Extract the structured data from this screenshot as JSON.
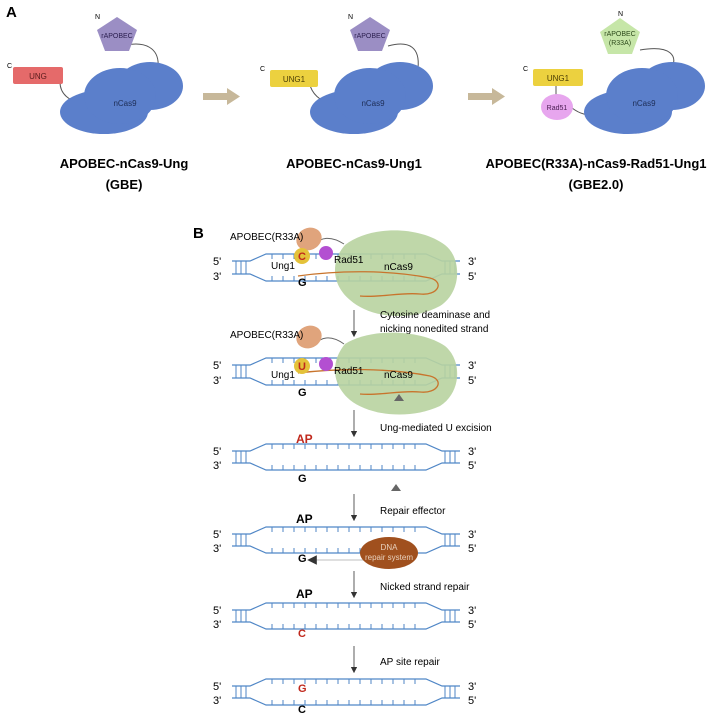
{
  "panel_a": {
    "label": "A",
    "constructs": [
      {
        "c_label": "C",
        "n_label": "N",
        "ung_label": "UNG",
        "ung_color": "#e56a6a",
        "apobec_label": "rAPOBEC",
        "apobec_color": "#9b8ec4",
        "cas9_label": "nCas9",
        "title_line1": "APOBEC-nCas9-Ung",
        "title_line2": "(GBE)"
      },
      {
        "c_label": "C",
        "n_label": "N",
        "ung_label": "UNG1",
        "ung_color": "#ecd13f",
        "apobec_label": "rAPOBEC",
        "apobec_color": "#9b8ec4",
        "cas9_label": "nCas9",
        "title_line1": "APOBEC-nCas9-Ung1",
        "title_line2": ""
      },
      {
        "c_label": "C",
        "n_label": "N",
        "ung_label": "UNG1",
        "ung_color": "#ecd13f",
        "apobec_label_1": "rAPOBEC",
        "apobec_label_2": "(R33A)",
        "apobec_color": "#c6e6a8",
        "rad51_label": "Rad51",
        "rad51_color": "#e7a6ee",
        "cas9_label": "nCas9",
        "title_line1": "APOBEC(R33A)-nCas9-Rad51-Ung1",
        "title_line2": "(GBE2.0)"
      }
    ],
    "cas9_color": "#5b7fcb",
    "arrow_color": "#c7b89a"
  },
  "panel_b": {
    "label": "B",
    "five_prime": "5'",
    "three_prime": "3'",
    "apobec_label": "APOBEC(R33A)",
    "ung1_label": "Ung1",
    "rad51_label": "Rad51",
    "cas9_label": "nCas9",
    "base_c": "C",
    "base_u": "U",
    "base_g": "G",
    "base_ap": "AP",
    "dna_repair_line1": "DNA",
    "dna_repair_line2": "repair system",
    "steps": [
      "Cytosine deaminase and",
      "nicking nonedited strand",
      "Ung-mediated U excision",
      "Repair effector",
      "Nicked strand repair",
      "AP site  repair"
    ],
    "colors": {
      "dna": "#4f86c6",
      "cas9": "#b8d3a0",
      "apobec": "#e0a47c",
      "ung1": "#e4c23a",
      "rad51": "#b34fd1",
      "rna": "#c8742c",
      "nick": "#666666",
      "red_base": "#c0281c",
      "repair": "#a0501e"
    }
  }
}
